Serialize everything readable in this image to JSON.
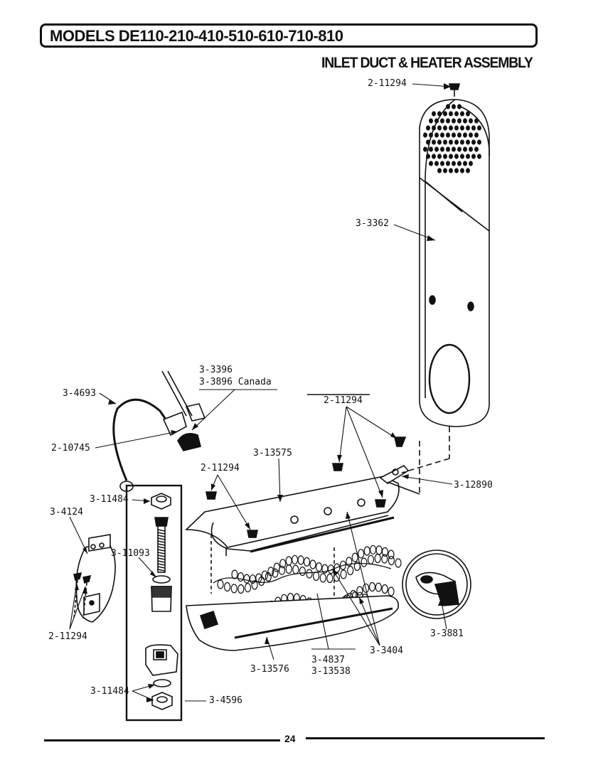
{
  "header": {
    "models": "MODELS DE110-210-410-510-610-710-810",
    "section_title": "INLET DUCT & HEATER ASSEMBLY"
  },
  "parts": {
    "p_2_11294_top": "2-11294",
    "p_3_3362": "3-3362",
    "p_3_3396": "3-3396",
    "p_3_3896": "3-3896 Canada",
    "p_3_4693": "3-4693",
    "p_2_11294_mid": "2-11294",
    "p_2_10745": "2-10745",
    "p_3_13575": "3-13575",
    "p_2_11294_left": "2-11294",
    "p_3_12890": "3-12890",
    "p_3_11484_top": "3-11484",
    "p_3_4124": "3-4124",
    "p_3_11093": "3-11093",
    "p_2_11294_bottom": "2-11294",
    "p_3_3881": "3-3881",
    "p_3_3404": "3-3404",
    "p_3_4837": "3-4837",
    "p_3_13538": "3-13538",
    "p_3_13576": "3-13576",
    "p_3_11484_bottom": "3-11484",
    "p_3_4596": "3-4596"
  },
  "footer": {
    "page_number": "24"
  }
}
